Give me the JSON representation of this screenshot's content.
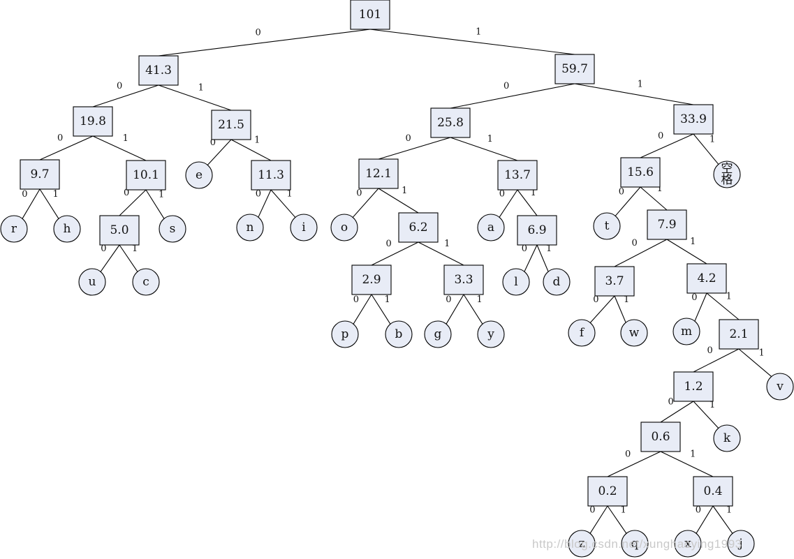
{
  "tree": {
    "nodes": [
      {
        "id": "n101",
        "label": "101",
        "kind": "internal"
      },
      {
        "id": "n41_3",
        "label": "41.3",
        "kind": "internal"
      },
      {
        "id": "n59_7",
        "label": "59.7",
        "kind": "internal"
      },
      {
        "id": "n19_8",
        "label": "19.8",
        "kind": "internal"
      },
      {
        "id": "n21_5",
        "label": "21.5",
        "kind": "internal"
      },
      {
        "id": "n25_8",
        "label": "25.8",
        "kind": "internal"
      },
      {
        "id": "n33_9",
        "label": "33.9",
        "kind": "internal"
      },
      {
        "id": "n9_7",
        "label": "9.7",
        "kind": "internal"
      },
      {
        "id": "n10_1",
        "label": "10.1",
        "kind": "internal"
      },
      {
        "id": "e",
        "label": "e",
        "kind": "leaf"
      },
      {
        "id": "n11_3",
        "label": "11.3",
        "kind": "internal"
      },
      {
        "id": "n12_1",
        "label": "12.1",
        "kind": "internal"
      },
      {
        "id": "n13_7",
        "label": "13.7",
        "kind": "internal"
      },
      {
        "id": "n15_6",
        "label": "15.6",
        "kind": "internal"
      },
      {
        "id": "space",
        "label": "空格",
        "kind": "leaf"
      },
      {
        "id": "r",
        "label": "r",
        "kind": "leaf"
      },
      {
        "id": "h",
        "label": "h",
        "kind": "leaf"
      },
      {
        "id": "n5_0",
        "label": "5.0",
        "kind": "internal"
      },
      {
        "id": "s",
        "label": "s",
        "kind": "leaf"
      },
      {
        "id": "n",
        "label": "n",
        "kind": "leaf"
      },
      {
        "id": "i",
        "label": "i",
        "kind": "leaf"
      },
      {
        "id": "o",
        "label": "o",
        "kind": "leaf"
      },
      {
        "id": "n6_2",
        "label": "6.2",
        "kind": "internal"
      },
      {
        "id": "a",
        "label": "a",
        "kind": "leaf"
      },
      {
        "id": "n6_9",
        "label": "6.9",
        "kind": "internal"
      },
      {
        "id": "t",
        "label": "t",
        "kind": "leaf"
      },
      {
        "id": "n7_9",
        "label": "7.9",
        "kind": "internal"
      },
      {
        "id": "u",
        "label": "u",
        "kind": "leaf"
      },
      {
        "id": "c",
        "label": "c",
        "kind": "leaf"
      },
      {
        "id": "n2_9",
        "label": "2.9",
        "kind": "internal"
      },
      {
        "id": "n3_3",
        "label": "3.3",
        "kind": "internal"
      },
      {
        "id": "l",
        "label": "l",
        "kind": "leaf"
      },
      {
        "id": "d",
        "label": "d",
        "kind": "leaf"
      },
      {
        "id": "n3_7",
        "label": "3.7",
        "kind": "internal"
      },
      {
        "id": "n4_2",
        "label": "4.2",
        "kind": "internal"
      },
      {
        "id": "p",
        "label": "p",
        "kind": "leaf"
      },
      {
        "id": "b",
        "label": "b",
        "kind": "leaf"
      },
      {
        "id": "g",
        "label": "g",
        "kind": "leaf"
      },
      {
        "id": "y",
        "label": "y",
        "kind": "leaf"
      },
      {
        "id": "f",
        "label": "f",
        "kind": "leaf"
      },
      {
        "id": "w",
        "label": "w",
        "kind": "leaf"
      },
      {
        "id": "m",
        "label": "m",
        "kind": "leaf"
      },
      {
        "id": "n2_1",
        "label": "2.1",
        "kind": "internal"
      },
      {
        "id": "n1_2",
        "label": "1.2",
        "kind": "internal"
      },
      {
        "id": "v",
        "label": "v",
        "kind": "leaf"
      },
      {
        "id": "n0_6",
        "label": "0.6",
        "kind": "internal"
      },
      {
        "id": "k",
        "label": "k",
        "kind": "leaf"
      },
      {
        "id": "n0_2",
        "label": "0.2",
        "kind": "internal"
      },
      {
        "id": "n0_4",
        "label": "0.4",
        "kind": "internal"
      },
      {
        "id": "z",
        "label": "z",
        "kind": "leaf"
      },
      {
        "id": "q",
        "label": "q",
        "kind": "leaf"
      },
      {
        "id": "x",
        "label": "x",
        "kind": "leaf"
      },
      {
        "id": "j",
        "label": "j",
        "kind": "leaf"
      }
    ],
    "edges": [
      {
        "from": "n101",
        "to": "n41_3",
        "bit": "0"
      },
      {
        "from": "n101",
        "to": "n59_7",
        "bit": "1"
      },
      {
        "from": "n41_3",
        "to": "n19_8",
        "bit": "0"
      },
      {
        "from": "n41_3",
        "to": "n21_5",
        "bit": "1"
      },
      {
        "from": "n59_7",
        "to": "n25_8",
        "bit": "0"
      },
      {
        "from": "n59_7",
        "to": "n33_9",
        "bit": "1"
      },
      {
        "from": "n19_8",
        "to": "n9_7",
        "bit": "0"
      },
      {
        "from": "n19_8",
        "to": "n10_1",
        "bit": "1"
      },
      {
        "from": "n21_5",
        "to": "e",
        "bit": "0"
      },
      {
        "from": "n21_5",
        "to": "n11_3",
        "bit": "1"
      },
      {
        "from": "n25_8",
        "to": "n12_1",
        "bit": "0"
      },
      {
        "from": "n25_8",
        "to": "n13_7",
        "bit": "1"
      },
      {
        "from": "n33_9",
        "to": "n15_6",
        "bit": "0"
      },
      {
        "from": "n33_9",
        "to": "space",
        "bit": "1"
      },
      {
        "from": "n9_7",
        "to": "r",
        "bit": "0"
      },
      {
        "from": "n9_7",
        "to": "h",
        "bit": "1"
      },
      {
        "from": "n10_1",
        "to": "n5_0",
        "bit": "0"
      },
      {
        "from": "n10_1",
        "to": "s",
        "bit": "1"
      },
      {
        "from": "n11_3",
        "to": "n",
        "bit": "0"
      },
      {
        "from": "n11_3",
        "to": "i",
        "bit": "1"
      },
      {
        "from": "n12_1",
        "to": "o",
        "bit": "0"
      },
      {
        "from": "n12_1",
        "to": "n6_2",
        "bit": "1"
      },
      {
        "from": "n13_7",
        "to": "a",
        "bit": "0"
      },
      {
        "from": "n13_7",
        "to": "n6_9",
        "bit": "1"
      },
      {
        "from": "n15_6",
        "to": "t",
        "bit": "0"
      },
      {
        "from": "n15_6",
        "to": "n7_9",
        "bit": "1"
      },
      {
        "from": "n5_0",
        "to": "u",
        "bit": "0"
      },
      {
        "from": "n5_0",
        "to": "c",
        "bit": "1"
      },
      {
        "from": "n6_2",
        "to": "n2_9",
        "bit": "0"
      },
      {
        "from": "n6_2",
        "to": "n3_3",
        "bit": "1"
      },
      {
        "from": "n6_9",
        "to": "l",
        "bit": "0"
      },
      {
        "from": "n6_9",
        "to": "d",
        "bit": "1"
      },
      {
        "from": "n7_9",
        "to": "n3_7",
        "bit": "0"
      },
      {
        "from": "n7_9",
        "to": "n4_2",
        "bit": "1"
      },
      {
        "from": "n2_9",
        "to": "p",
        "bit": "0"
      },
      {
        "from": "n2_9",
        "to": "b",
        "bit": "1"
      },
      {
        "from": "n3_3",
        "to": "g",
        "bit": "0"
      },
      {
        "from": "n3_3",
        "to": "y",
        "bit": "1"
      },
      {
        "from": "n3_7",
        "to": "f",
        "bit": "0"
      },
      {
        "from": "n3_7",
        "to": "w",
        "bit": "1"
      },
      {
        "from": "n4_2",
        "to": "m",
        "bit": "0"
      },
      {
        "from": "n4_2",
        "to": "n2_1",
        "bit": "1"
      },
      {
        "from": "n2_1",
        "to": "n1_2",
        "bit": "0"
      },
      {
        "from": "n2_1",
        "to": "v",
        "bit": "1"
      },
      {
        "from": "n1_2",
        "to": "n0_6",
        "bit": "0"
      },
      {
        "from": "n1_2",
        "to": "k",
        "bit": "1"
      },
      {
        "from": "n0_6",
        "to": "n0_2",
        "bit": "0"
      },
      {
        "from": "n0_6",
        "to": "n0_4",
        "bit": "1"
      },
      {
        "from": "n0_2",
        "to": "z",
        "bit": "0"
      },
      {
        "from": "n0_2",
        "to": "q",
        "bit": "1"
      },
      {
        "from": "n0_4",
        "to": "x",
        "bit": "0"
      },
      {
        "from": "n0_4",
        "to": "j",
        "bit": "1"
      }
    ]
  },
  "watermark": "http://blog.csdn.net/xunghaoying1993"
}
